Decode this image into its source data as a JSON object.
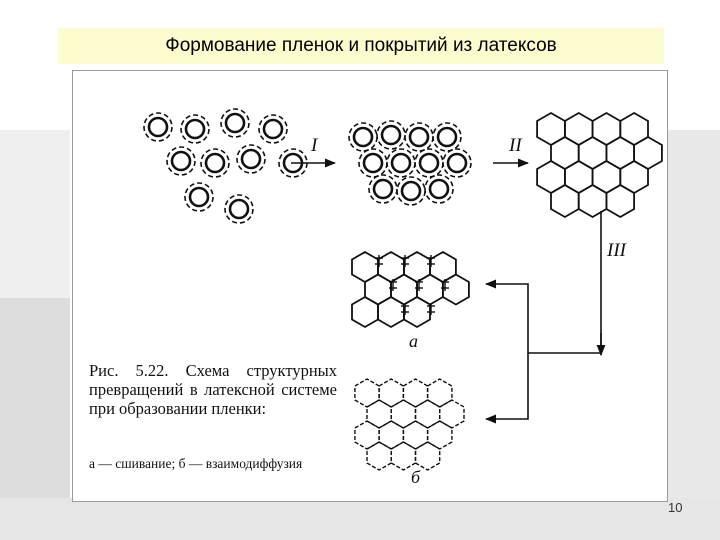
{
  "slide": {
    "title": "Формование пленок и покрытий из латексов",
    "page_number": "10"
  },
  "figure": {
    "caption": "Рис. 5.22. Схема структурных превращений в латексной системе при образовании пленки:",
    "caption_sub": "а — сшивание; б — взаимодиффузия",
    "stage_labels": [
      "I",
      "II",
      "III"
    ],
    "variant_labels": [
      "а",
      "б"
    ]
  }
}
